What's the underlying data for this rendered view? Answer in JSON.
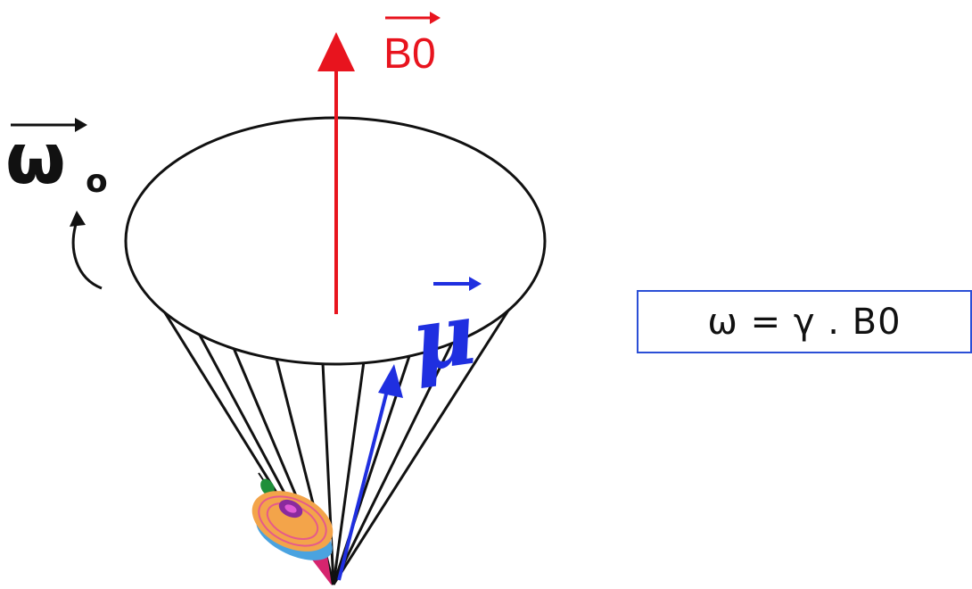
{
  "diagram": {
    "field_label": "B0",
    "angular_velocity_label": "ω",
    "angular_velocity_subscript": "o",
    "moment_label": "μ",
    "formula": "ω = γ . B0",
    "colors": {
      "field": "#e8141e",
      "moment": "#1f2fe0",
      "outline": "#111111",
      "box_border": "#2b4fd6"
    },
    "icons": [
      "spinning-top-icon",
      "rotation-arrow-icon"
    ]
  }
}
